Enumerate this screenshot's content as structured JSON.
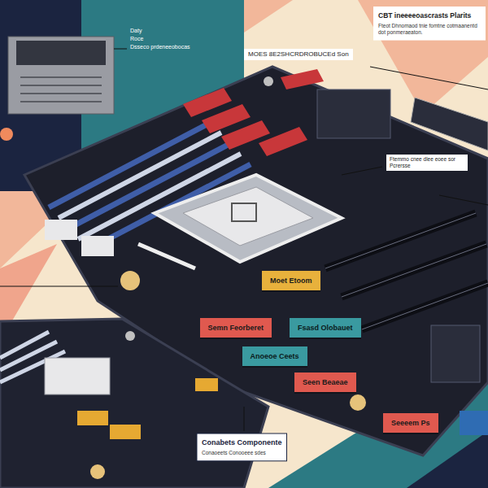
{
  "diagram": {
    "nodes": [
      {
        "text": [
          "Moet Etoom"
        ]
      },
      {
        "text": [
          "Semn Feorberet"
        ]
      },
      {
        "text": [
          "Fsasd Olobauet"
        ]
      },
      {
        "text": [
          "Anoeoe Ceets"
        ]
      },
      {
        "text": [
          "Seen Beaeae"
        ]
      },
      {
        "text": [
          "Seeeem Ps"
        ]
      }
    ],
    "labels": [
      "Daty",
      "Roce",
      "Dsseco prdeneeobocas",
      "MOES 8E2SHCRDROBUCEd Son",
      "CBT ineeeeoascrasts Plarits",
      "Fteot Dhnomaod tnie fomtne cotmaanentd dot ponmeraeaton.",
      "Ftemmo cnee dlee eoee sor Pcrersse",
      "Conabets Componente",
      "Conaoeets Conooeee sdes"
    ]
  }
}
